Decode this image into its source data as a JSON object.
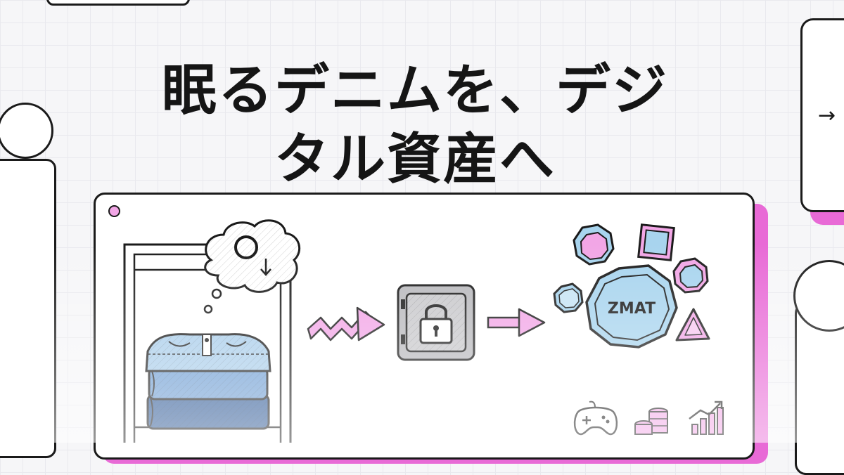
{
  "headline": {
    "line1": "眠るデニムを、デジ",
    "line2": "タル資産へ"
  },
  "side_card": {
    "arrow": "→"
  },
  "token": {
    "label": "ZMAT"
  },
  "colors": {
    "accent_pink": "#e86ad6",
    "light_pink": "#f2a6e6",
    "light_blue": "#a8d4ee",
    "denim_light": "#a9cdea",
    "denim_mid": "#6f9ed3",
    "denim_dark": "#2f5a97",
    "ink": "#1a1a1a"
  },
  "icons": {
    "flow": [
      "cloud-thought-icon",
      "zigzag-arrow-icon",
      "locked-safe-icon",
      "arrow-right-icon",
      "zmat-coin-icon"
    ],
    "bottom": [
      "gamepad-icon",
      "coin-stack-icon",
      "growth-chart-icon"
    ]
  }
}
